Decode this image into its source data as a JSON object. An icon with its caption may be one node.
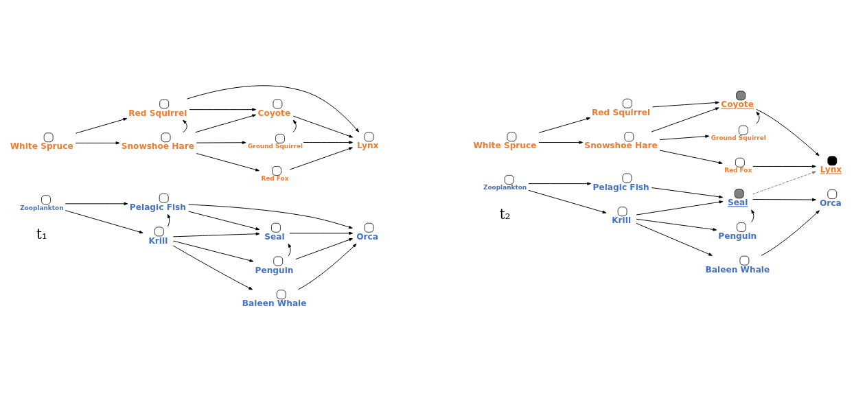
{
  "diagram": {
    "nodes": [
      {
        "text": [
          "White Spruce"
        ]
      },
      {
        "text": [
          "Red Squirrel"
        ]
      },
      {
        "text": [
          "Coyote"
        ]
      },
      {
        "text": [
          "Snowshoe Hare"
        ]
      },
      {
        "text": [
          "Ground Squirrel"
        ]
      },
      {
        "text": [
          "Red Fox"
        ]
      },
      {
        "text": [
          "Lynx"
        ]
      },
      {
        "text": [
          "Zooplankton"
        ]
      },
      {
        "text": [
          "Pelagic Fish"
        ]
      },
      {
        "text": [
          "Seal"
        ]
      },
      {
        "text": [
          "Krill"
        ]
      },
      {
        "text": [
          "Penguin"
        ]
      },
      {
        "text": [
          "Baleen Whale"
        ]
      },
      {
        "text": [
          "Orca"
        ]
      },
      {
        "text": [
          "White Spruce"
        ]
      },
      {
        "text": [
          "Red Squirrel"
        ]
      },
      {
        "text": [
          "Coyote"
        ]
      },
      {
        "text": [
          "Snowshoe Hare"
        ]
      },
      {
        "text": [
          "Ground Squirrel"
        ]
      },
      {
        "text": [
          "Red Fox"
        ]
      },
      {
        "text": [
          "Lynx"
        ]
      },
      {
        "text": [
          "Zooplankton"
        ]
      },
      {
        "text": [
          "Pelagic Fish"
        ]
      },
      {
        "text": [
          "Seal"
        ]
      },
      {
        "text": [
          "Krill"
        ]
      },
      {
        "text": [
          "Penguin"
        ]
      },
      {
        "text": [
          "Baleen Whale"
        ]
      },
      {
        "text": [
          "Orca"
        ]
      }
    ],
    "edges": [
      {
        "from": 0,
        "to": 1,
        "arrow": "to"
      },
      {
        "from": 0,
        "to": 3,
        "arrow": "to"
      },
      {
        "from": 3,
        "to": 1,
        "arrow": "to"
      },
      {
        "from": 1,
        "to": 2,
        "arrow": "to"
      },
      {
        "from": 1,
        "to": 6,
        "arrow": "to"
      },
      {
        "from": 3,
        "to": 2,
        "arrow": "to"
      },
      {
        "from": 3,
        "to": 4,
        "arrow": "to"
      },
      {
        "from": 3,
        "to": 5,
        "arrow": "to"
      },
      {
        "from": 4,
        "to": 2,
        "arrow": "to"
      },
      {
        "from": 4,
        "to": 6,
        "arrow": "to"
      },
      {
        "from": 2,
        "to": 6,
        "arrow": "to"
      },
      {
        "from": 5,
        "to": 6,
        "arrow": "to"
      },
      {
        "from": 7,
        "to": 8,
        "arrow": "to"
      },
      {
        "from": 7,
        "to": 10,
        "arrow": "to"
      },
      {
        "from": 10,
        "to": 8,
        "arrow": "to"
      },
      {
        "from": 8,
        "to": 9,
        "arrow": "to"
      },
      {
        "from": 8,
        "to": 13,
        "arrow": "to"
      },
      {
        "from": 10,
        "to": 9,
        "arrow": "to"
      },
      {
        "from": 10,
        "to": 11,
        "arrow": "to"
      },
      {
        "from": 10,
        "to": 12,
        "arrow": "to"
      },
      {
        "from": 11,
        "to": 9,
        "arrow": "to"
      },
      {
        "from": 9,
        "to": 13,
        "arrow": "to"
      },
      {
        "from": 11,
        "to": 13,
        "arrow": "to"
      },
      {
        "from": 12,
        "to": 13,
        "arrow": "to"
      },
      {
        "from": 14,
        "to": 15,
        "arrow": "to"
      },
      {
        "from": 14,
        "to": 17,
        "arrow": "to"
      },
      {
        "from": 15,
        "to": 16,
        "arrow": "to"
      },
      {
        "from": 17,
        "to": 16,
        "arrow": "to"
      },
      {
        "from": 17,
        "to": 18,
        "arrow": "to"
      },
      {
        "from": 17,
        "to": 19,
        "arrow": "to"
      },
      {
        "from": 18,
        "to": 16,
        "arrow": "to"
      },
      {
        "from": 16,
        "to": 20,
        "arrow": "to"
      },
      {
        "from": 19,
        "to": 20,
        "arrow": "to"
      },
      {
        "from": 21,
        "to": 22,
        "arrow": "to"
      },
      {
        "from": 21,
        "to": 24,
        "arrow": "to"
      },
      {
        "from": 22,
        "to": 23,
        "arrow": "to"
      },
      {
        "from": 24,
        "to": 23,
        "arrow": "to"
      },
      {
        "from": 24,
        "to": 25,
        "arrow": "to"
      },
      {
        "from": 24,
        "to": 26,
        "arrow": "to"
      },
      {
        "from": 25,
        "to": 23,
        "arrow": "to"
      },
      {
        "from": 23,
        "to": 27,
        "arrow": "to"
      },
      {
        "from": 26,
        "to": 27,
        "arrow": "to"
      },
      {
        "from": 23,
        "to": 20,
        "arrow": "to",
        "style": "dashed",
        "color": "#808080"
      }
    ],
    "labels": [
      "t₁",
      "t₂"
    ]
  }
}
